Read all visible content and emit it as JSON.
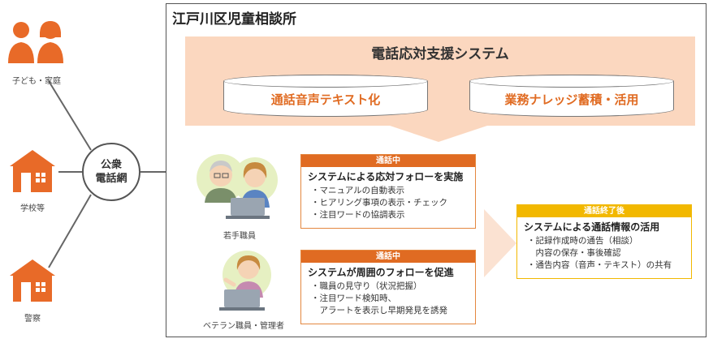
{
  "left": {
    "family_label": "子ども・家庭",
    "school_label": "学校等",
    "police_label": "警察",
    "network_line1": "公衆",
    "network_line2": "電話網"
  },
  "frame": {
    "title": "江戸川区児童相談所"
  },
  "system": {
    "title": "電話応対支援システム",
    "cylinders": [
      "通話音声テキスト化",
      "業務ナレッジ蓄積・活用"
    ]
  },
  "staff": {
    "junior_label": "若手職員",
    "senior_label": "ベテラン職員・管理者"
  },
  "card_top": {
    "header": "通話中",
    "title": "システムによる応対フォローを実施",
    "items": [
      "・マニュアルの自動表示",
      "・ヒアリング事項の表示・チェック",
      "・注目ワードの協調表示"
    ]
  },
  "card_bottom": {
    "header": "通話中",
    "title": "システムが周囲のフォローを促進",
    "items": [
      "・職員の見守り（状況把握）",
      "・注目ワード検知時、",
      "　アラートを表示し早期発見を誘発"
    ]
  },
  "card_after": {
    "header": "通話終了後",
    "title": "システムによる通話情報の活用",
    "items": [
      "・記録作成時の通告（相談）",
      "　内容の保存・事後確認",
      "・通告内容（音声・テキスト）の共有"
    ]
  },
  "colors": {
    "accent": "#e06b22",
    "band": "#fbd7bf",
    "yellow": "#f2b800",
    "frame": "#555555"
  }
}
